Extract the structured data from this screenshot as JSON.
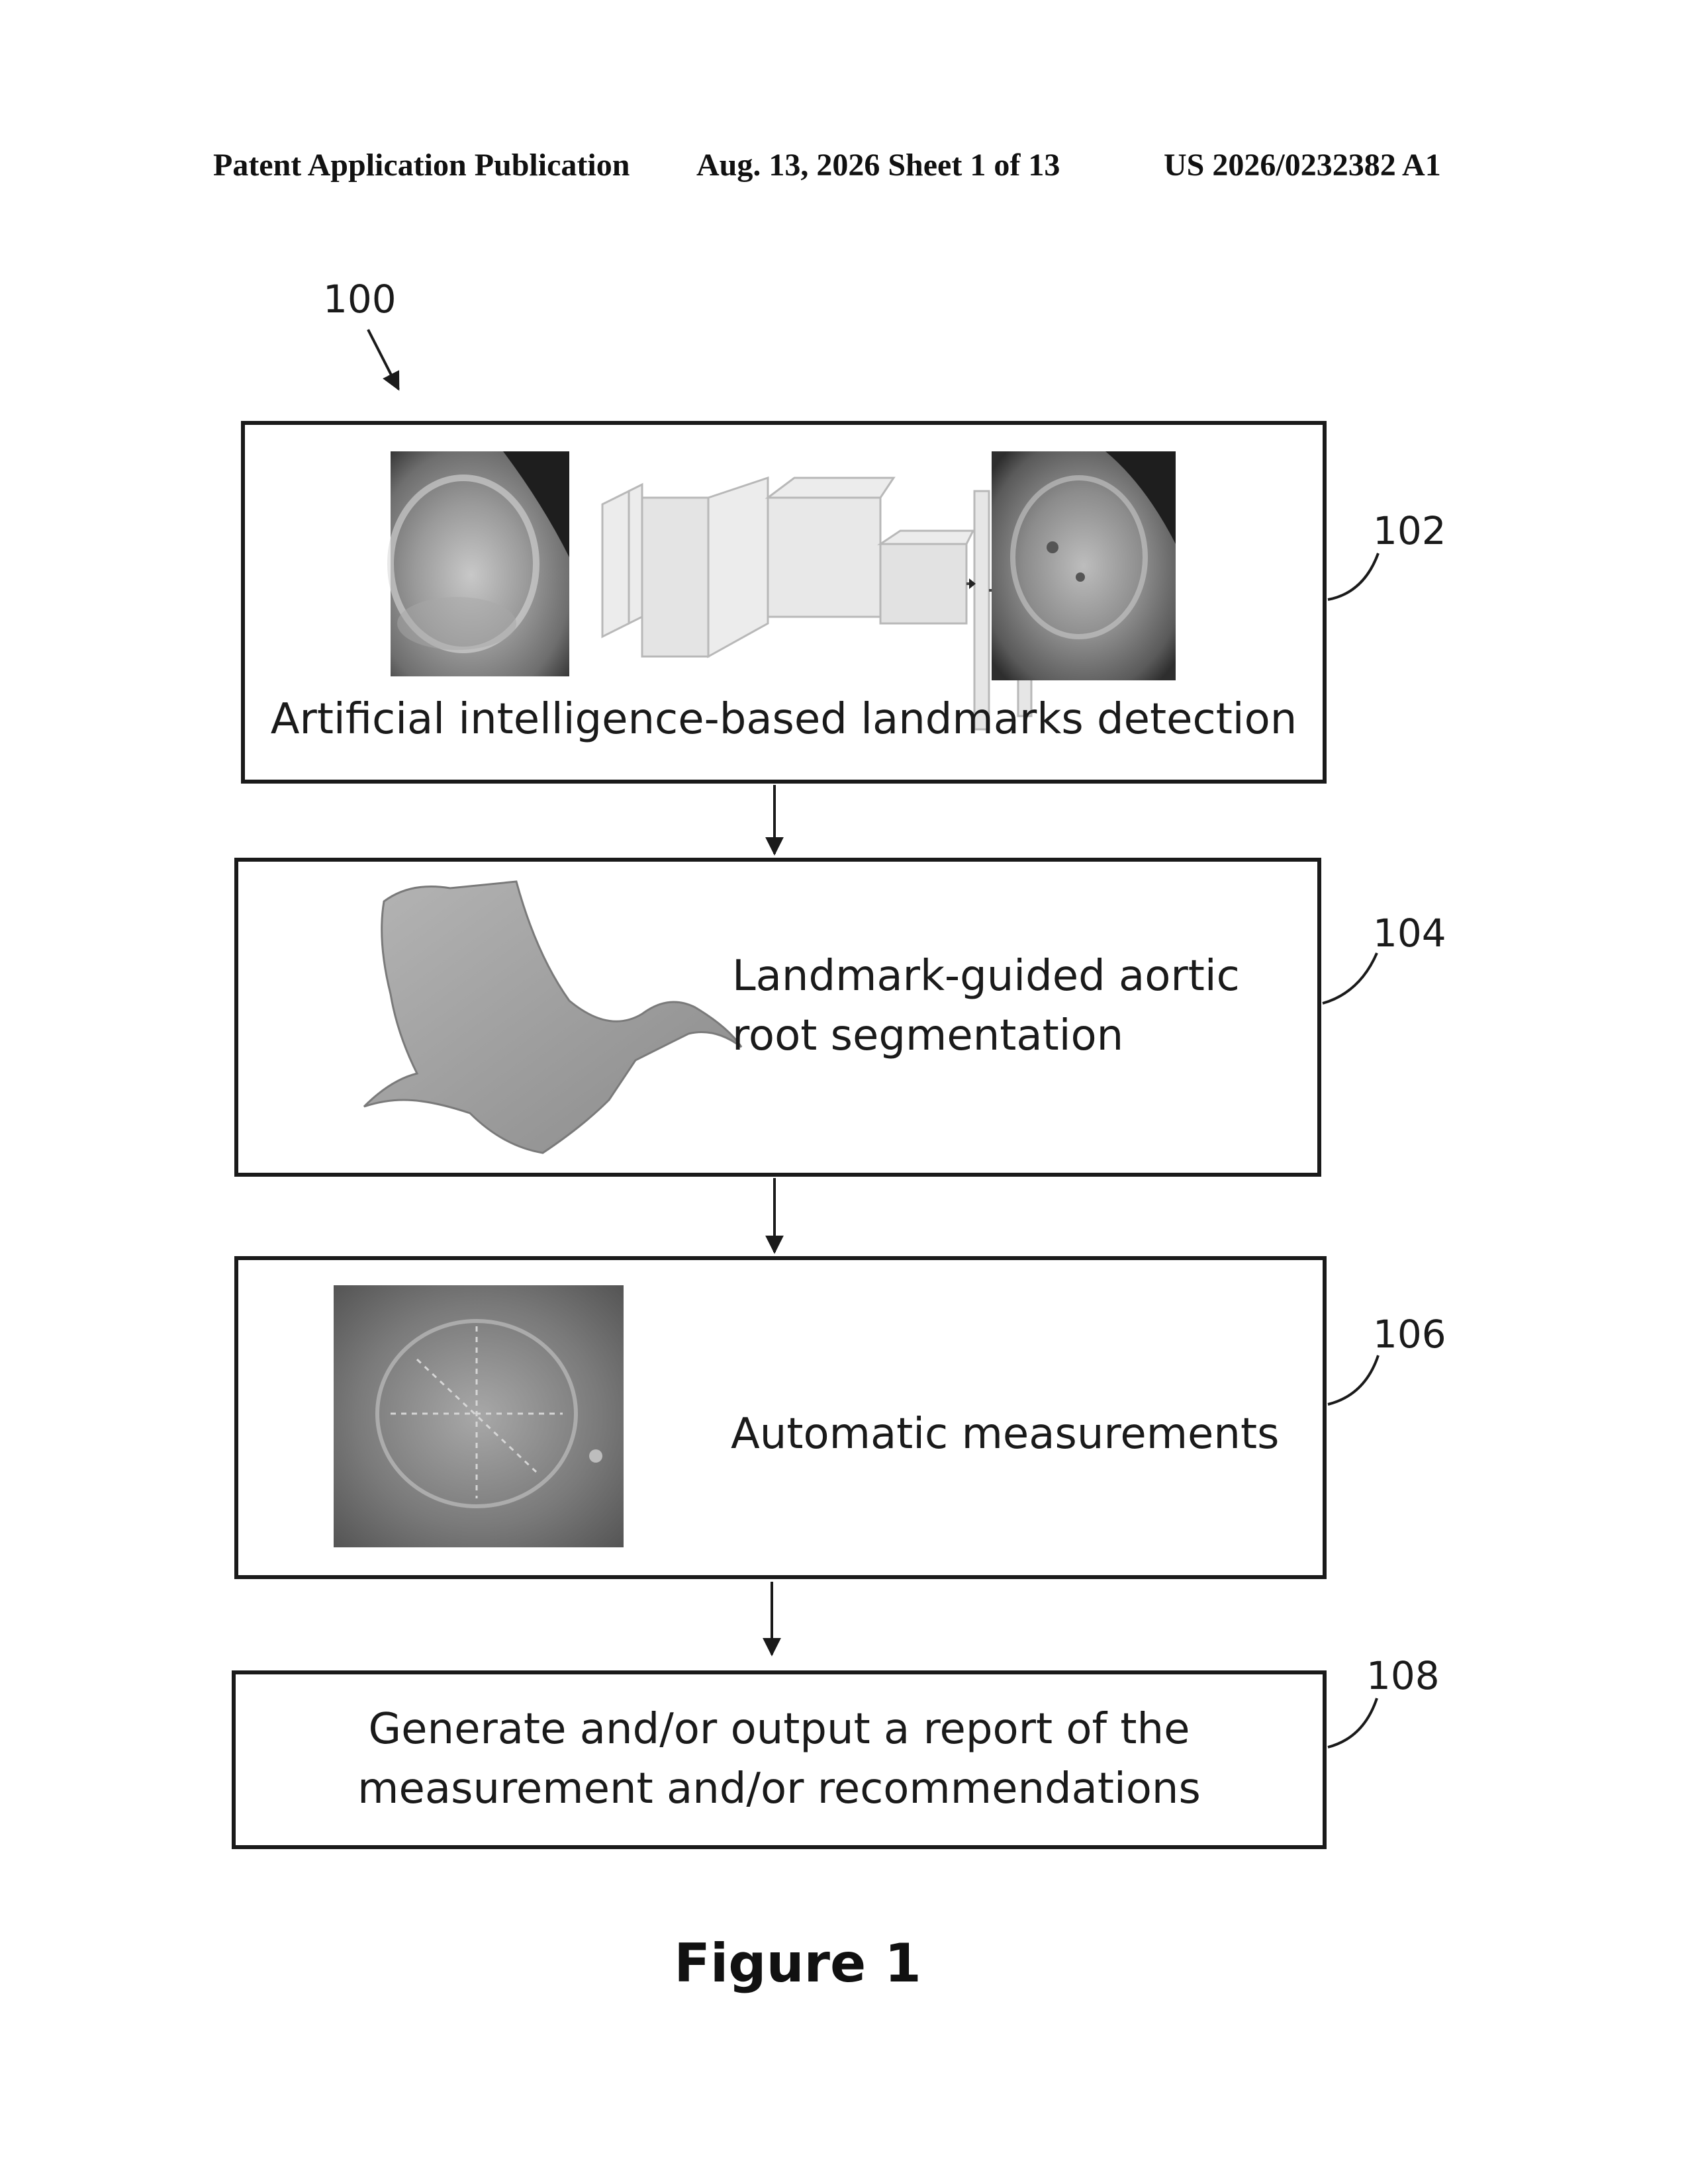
{
  "header": {
    "publication": "Patent Application Publication",
    "date_sheet": "Aug. 13, 2026  Sheet 1 of 13",
    "pub_number": "US 2026/0232382 A1"
  },
  "diagram": {
    "ref_main": "100",
    "steps": [
      {
        "ref": "102",
        "text": "Artificial intelligence-based landmarks detection",
        "images": [
          "ct-slice-input-image",
          "neural-network-diagram",
          "ct-slice-landmarks-image"
        ]
      },
      {
        "ref": "104",
        "text_lines": [
          "Landmark-guided aortic",
          "root segmentation"
        ],
        "images": [
          "aortic-root-segmentation-mesh"
        ]
      },
      {
        "ref": "106",
        "text": "Automatic measurements",
        "images": [
          "ct-measurement-image"
        ]
      },
      {
        "ref": "108",
        "text_lines": [
          "Generate and/or output a report of the",
          "measurement and/or recommendations"
        ]
      }
    ]
  },
  "caption": "Figure 1"
}
